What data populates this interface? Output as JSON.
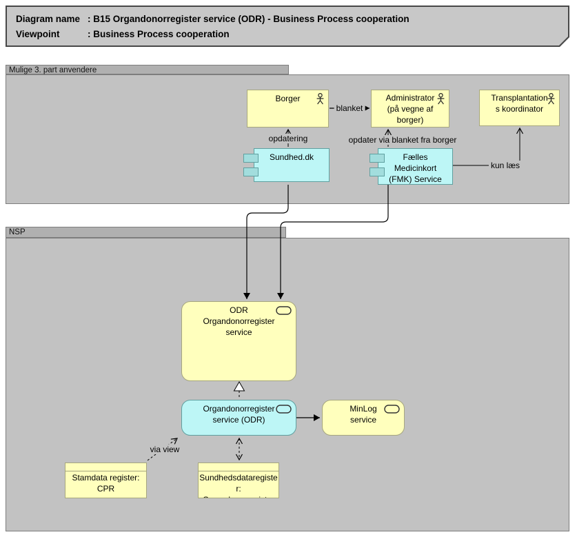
{
  "title": {
    "rows": [
      {
        "label": "Diagram name",
        "value": ": B15 Organdonorregister service (ODR) - Business Process cooperation"
      },
      {
        "label": "Viewpoint",
        "value": ": Business Process cooperation"
      }
    ]
  },
  "groups": {
    "mulige": {
      "label": "Mulige 3. part anvendere"
    },
    "nsp": {
      "label": "NSP"
    }
  },
  "nodes": {
    "borger": {
      "l1": "Borger"
    },
    "administrator": {
      "l1": "Administrator",
      "l2": "(på vegne af",
      "l3": "borger)"
    },
    "transplantations": {
      "l1": "Transplantation",
      "l2": "s koordinator"
    },
    "sundhed": {
      "l1": "Sundhed.dk"
    },
    "fmk": {
      "l1": "Fælles",
      "l2": "Medicinkort",
      "l3": "(FMK) Service"
    },
    "odr_service": {
      "l1": "ODR",
      "l2": "Organdonorregister",
      "l3": "service"
    },
    "odr_component": {
      "l1": "Organdonorregister",
      "l2": "service (ODR)"
    },
    "minlog": {
      "l1": "MinLog",
      "l2": "service"
    },
    "stamdata": {
      "l1": "Stamdata register:",
      "l2": "CPR"
    },
    "sundhedsdata": {
      "l1": "Sundhedsdataregiste",
      "l2": "r:",
      "l3": "Organdonorregister"
    }
  },
  "relation_labels": {
    "blanket": "blanket",
    "opdatering": "opdatering",
    "opdater_via_blanket": "opdater via blanket fra borger",
    "kun_laes": "kun læs",
    "via_view": "via view"
  },
  "icons": {
    "business_actor": "stick-figure-icon",
    "application_service": "rounded-rectangle-icon",
    "application_component": "component-ports-icon"
  },
  "colors": {
    "business_yellow": "#ffffbd",
    "application_cyan": "#bdf6f6",
    "group_body_gray": "#c2c2c2",
    "group_tab_gray": "#b0b0b0",
    "title_gray": "#c8c8c8",
    "line_black": "#000000"
  }
}
